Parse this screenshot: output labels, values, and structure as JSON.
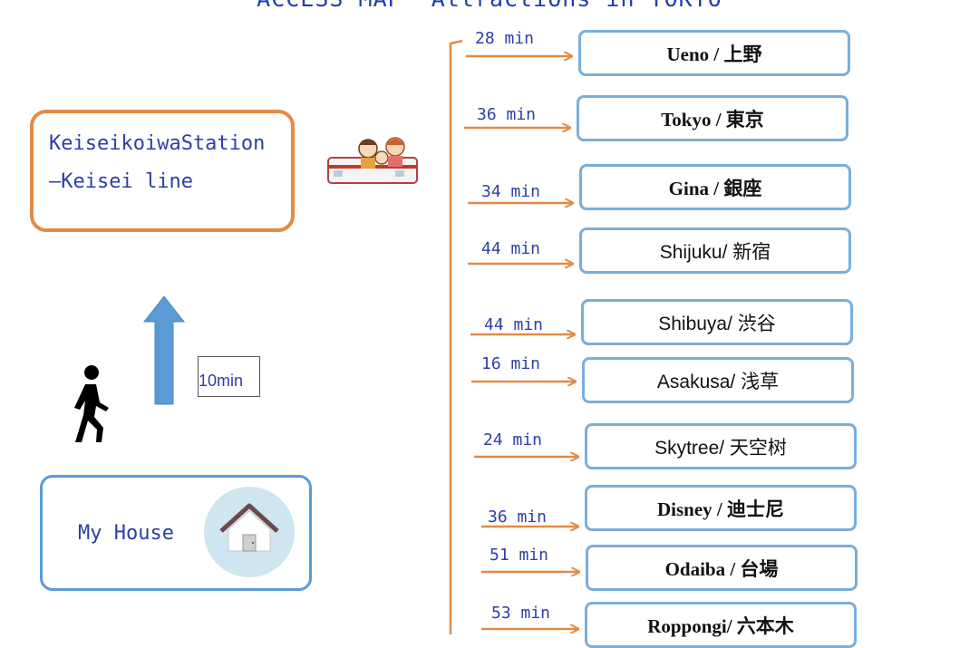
{
  "title": "ACCESS MAP *Attractions in TOKYO",
  "origin": {
    "label": "My House",
    "icon": "house-icon"
  },
  "walk": {
    "time": "10min",
    "icon": "walking-person-icon",
    "arrow": "up-arrow-icon"
  },
  "station": {
    "line1": "KeiseikoiwaStation",
    "line2": "—Keisei line",
    "icon": "family-train-icon"
  },
  "colors": {
    "orange": "#e48a45",
    "blue": "#5b9bd5",
    "text_blue": "#2c3ea8"
  },
  "destinations": [
    {
      "time": "28 min",
      "label": "Ueno / 上野",
      "style": "serif"
    },
    {
      "time": "36 min",
      "label": "Tokyo / 東京",
      "style": "serif"
    },
    {
      "time": "34 min",
      "label": "Gina / 銀座",
      "style": "serif"
    },
    {
      "time": "44 min",
      "label": "Shijuku/ 新宿",
      "style": "sans"
    },
    {
      "time": "44 min",
      "label": "Shibuya/ 渋谷",
      "style": "sans"
    },
    {
      "time": "16 min",
      "label": "Asakusa/ 浅草",
      "style": "sans"
    },
    {
      "time": "24 min",
      "label": "Skytree/ 天空树",
      "style": "sans"
    },
    {
      "time": "36 min",
      "label": "Disney / 迪士尼",
      "style": "serif"
    },
    {
      "time": "51 min",
      "label": "Odaiba / 台場",
      "style": "serif"
    },
    {
      "time": "53 min",
      "label": "Roppongi/ 六本木",
      "style": "serif"
    }
  ]
}
